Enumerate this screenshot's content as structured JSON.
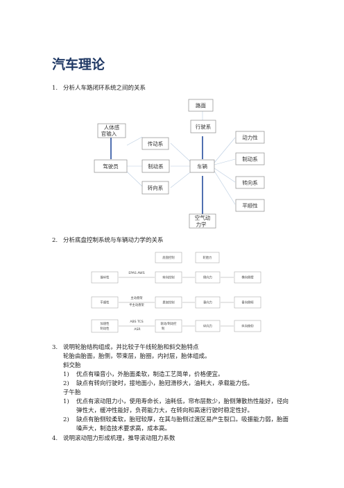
{
  "title": "汽车理论",
  "sections": [
    {
      "num": "1.",
      "text": "分析人车路闭环系统之间的关系"
    },
    {
      "num": "2.",
      "text": "分析底盘控制系统与车辆动力学的关系"
    },
    {
      "num": "3.",
      "text": "说明轮胎结构组成，并比较子午线轮胎和斜交胎特点"
    },
    {
      "num": "4.",
      "text": "说明滚动阻力形成机理，推导滚动阻力系数"
    }
  ],
  "diagram1": {
    "road": "路面",
    "human_sense": [
      "人体感",
      "官输入"
    ],
    "driving_system": "行驶系",
    "dynamics": "动力性",
    "transmission": "传动系",
    "braking_perf": "制动系",
    "driver": "驾驶员",
    "braking_system": "制动系",
    "vehicle": "车辆",
    "steering_perf": "转向系",
    "steering_system": "转向系",
    "smoothness": "平顺性",
    "aero": [
      "空气动",
      "力学"
    ]
  },
  "diagram2": {
    "top_left": "底盘控制",
    "top_right": "轮胎力",
    "row1": [
      "操纵性",
      "转向控制",
      "侧向力",
      "横向侧摆"
    ],
    "row1_label": "EPAS AWS",
    "row2": [
      "平顺性",
      "悬架控制",
      "垂向力",
      "垂向侧倾"
    ],
    "row2_labels": [
      "主动悬架",
      "半主动悬架"
    ],
    "row3_left": [
      "加速性",
      "制动性"
    ],
    "row3_mid": [
      "驱动/制动控",
      "制"
    ],
    "row3_right": [
      "纵向力",
      "纵向俯仰"
    ],
    "row3_labels": [
      "ABS TCS",
      "ASR"
    ]
  },
  "section3": {
    "intro": "轮胎由胎面，胎侧，带束层，胎圈，内衬层，胎体组成。",
    "bias_title": "斜交胎",
    "bias_items": [
      {
        "num": "1)",
        "lines": [
          "优点有噪音小，外胎面柔软，制造工艺简单，价格便宜。"
        ]
      },
      {
        "num": "2)",
        "lines": [
          "缺点有转向行驶时，接地面小，胎冠滑移大，油耗大，承载能力低。"
        ]
      }
    ],
    "radial_title": "子午胎",
    "radial_items": [
      {
        "num": "1)",
        "lines": [
          "优点有滚动阻力小，使用寿命长，油耗低，帘布层数少，胎侧薄散热性能好，径向",
          "弹性大，缓冲性能好，负荷能力大，在转向和高速行驶时稳定性好。"
        ]
      },
      {
        "num": "2)",
        "lines": [
          "缺点有胎侧较柔软，胎冠较厚，在其与胎侧过渡区易产生裂口。吸振能力弱，胎面",
          "噪声大，制造技术要求高，成本高。"
        ]
      }
    ]
  }
}
